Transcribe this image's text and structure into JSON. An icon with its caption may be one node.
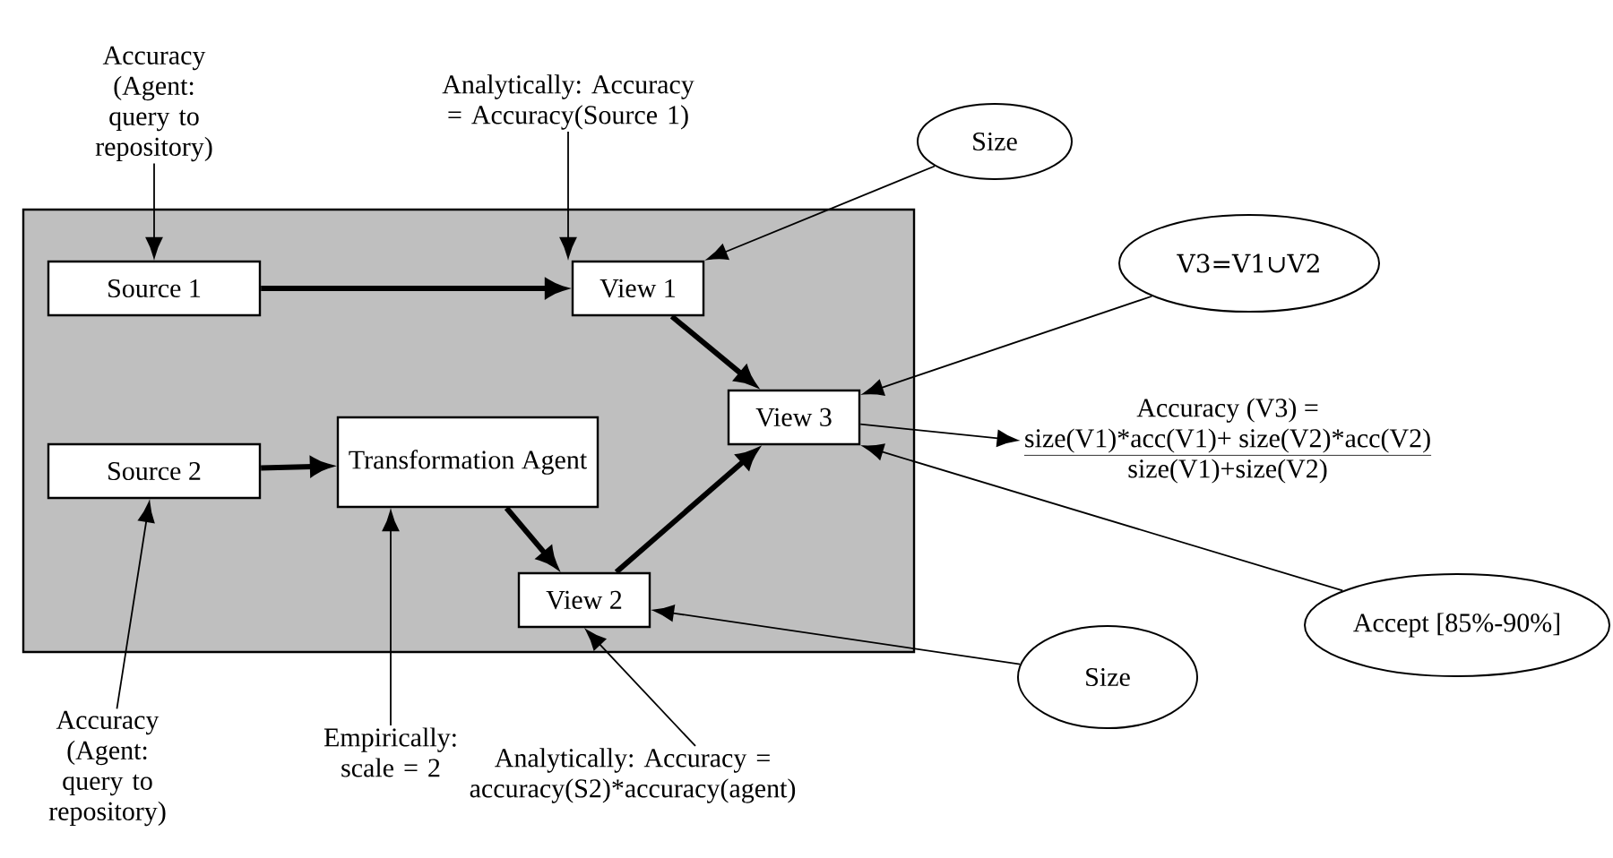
{
  "diagram": {
    "nodes": [
      {
        "text": [],
        "shape": "box"
      },
      {
        "text": [
          "Source 1"
        ],
        "in": 0
      },
      {
        "text": [
          "View 1"
        ],
        "in": 0
      },
      {
        "text": [
          "View 3"
        ],
        "in": 0
      },
      {
        "text": [
          "Source 2"
        ],
        "in": 0
      },
      {
        "text": [
          "Transformation Agent"
        ],
        "in": 0
      },
      {
        "text": [
          "View 2"
        ],
        "in": 0
      },
      {
        "text": [
          "Accuracy (Agent: query to repository)"
        ]
      },
      {
        "text": [
          "Analytically: Accuracy = Accuracy(Source 1)"
        ]
      },
      {
        "text": [
          "Size"
        ]
      },
      {
        "text": [
          "V3=V1∪V2"
        ]
      },
      {
        "text": [
          "Accuracy (V3) =",
          "size(V1)*acc(V1)+ size(V2)*acc(V2)",
          "size(V1)+size(V2)"
        ]
      },
      {
        "text": [
          "Accept [85%-90%]"
        ]
      },
      {
        "text": [
          "Size"
        ]
      },
      {
        "text": [
          "Accuracy (Agent: query to repository)"
        ]
      },
      {
        "text": [
          "Empirically: scale = 2"
        ]
      },
      {
        "text": [
          "Analytically: Accuracy = accuracy(S2)*accuracy(agent)"
        ]
      }
    ],
    "edges": [
      {
        "from": 7,
        "to": 1,
        "arrow": "to"
      },
      {
        "from": 8,
        "to": 2,
        "arrow": "to"
      },
      {
        "from": 9,
        "to": 2,
        "arrow": "to"
      },
      {
        "from": 1,
        "to": 2,
        "arrow": "to",
        "style": "thick"
      },
      {
        "from": 2,
        "to": 3,
        "arrow": "to",
        "style": "thick"
      },
      {
        "from": 10,
        "to": 3,
        "arrow": "to"
      },
      {
        "from": 3,
        "to": 11,
        "arrow": "to"
      },
      {
        "from": 12,
        "to": 3,
        "arrow": "to"
      },
      {
        "from": 4,
        "to": 5,
        "arrow": "to",
        "style": "thick"
      },
      {
        "from": 5,
        "to": 6,
        "arrow": "to",
        "style": "thick"
      },
      {
        "from": 6,
        "to": 3,
        "arrow": "to",
        "style": "thick"
      },
      {
        "from": 13,
        "to": 6,
        "arrow": "to"
      },
      {
        "from": 14,
        "to": 4,
        "arrow": "to"
      },
      {
        "from": 15,
        "to": 5,
        "arrow": "to"
      },
      {
        "from": 16,
        "to": 6,
        "arrow": "to"
      }
    ]
  }
}
